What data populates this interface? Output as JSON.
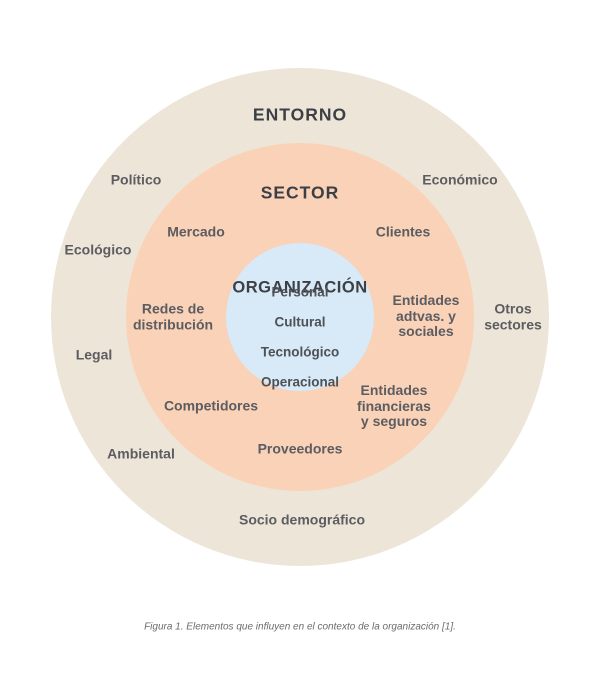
{
  "figure": {
    "caption": "Figura 1. Elementos que influyen en el contexto de la organización [1]."
  },
  "entorno": {
    "title": "ENTORNO",
    "items": {
      "politico": "Político",
      "economico": "Económico",
      "ecologico": "Ecológico",
      "otros_sectores": "Otros\nsectores",
      "legal": "Legal",
      "ambiental": "Ambiental",
      "socio_demografico": "Socio demográfico"
    }
  },
  "sector": {
    "title": "SECTOR",
    "items": {
      "mercado": "Mercado",
      "clientes": "Clientes",
      "redes_distribucion": "Redes de\ndistribución",
      "entidades_adtvas": "Entidades\nadtvas. y\nsociales",
      "competidores": "Competidores",
      "entidades_financieras": "Entidades\nfinancieras\ny seguros",
      "proveedores": "Proveedores"
    }
  },
  "organizacion": {
    "title": "ORGANIZACIÓN",
    "items": {
      "personal": "Personal",
      "cultural": "Cultural",
      "tecnologico": "Tecnológico",
      "operacional": "Operacional"
    }
  },
  "colors": {
    "entorno_bg": "#EDE5D8",
    "sector_bg": "#F9D2B8",
    "organizacion_bg": "#D8E9F7",
    "title_text": "#3C4045",
    "label_text": "#5C5C61",
    "caption_text": "#6B6B6B",
    "background": "#FFFFFF"
  }
}
